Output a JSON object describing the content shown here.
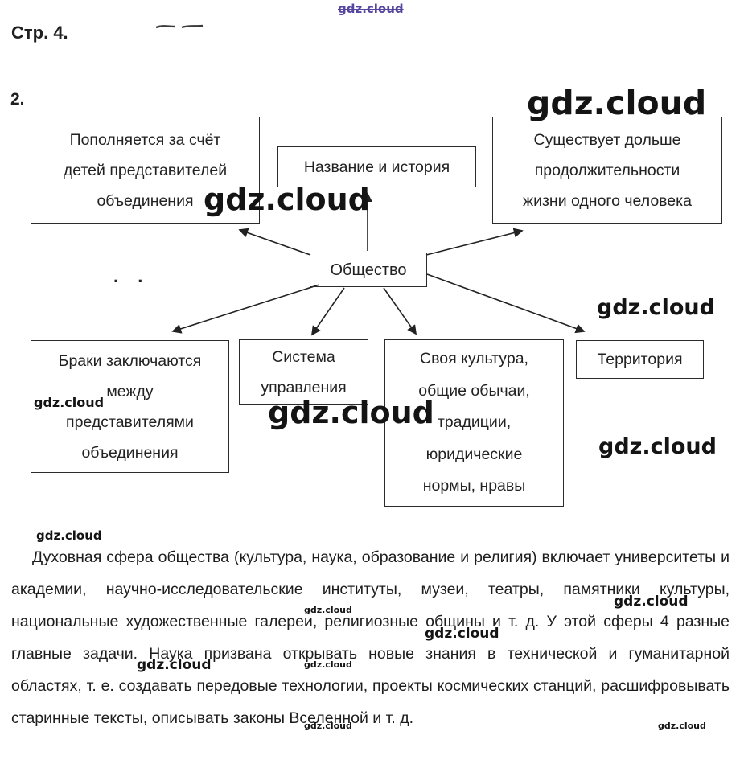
{
  "watermark": "gdz.cloud",
  "header": {
    "page_label": "Стр. 4.",
    "task_number": "2."
  },
  "diagram": {
    "center": "Общество",
    "handwritten_marks": ". .",
    "boxes": {
      "replenish": [
        "Пополняется за счёт",
        "детей представителей",
        "объединения"
      ],
      "name_history": [
        "Название и история"
      ],
      "exists_longer": [
        "Существует дольше",
        "продолжительности",
        "жизни одного человека"
      ],
      "marriages": [
        "Браки заключаются",
        "между",
        "представителями",
        "объединения"
      ],
      "management": [
        "Система",
        "управления"
      ],
      "culture": [
        "Своя культура,",
        "общие обычаи,",
        "традиции,",
        "юридические",
        "нормы, нравы"
      ],
      "territory": [
        "Территория"
      ]
    }
  },
  "paragraph": "Духовная сфера общества (культура, наука, образование и религия) включает университеты и академии, научно-исследовательские институты, музеи, театры, памятники культуры, национальные художественные галереи, религиозные общины и т. д. У этой сферы 4 разные главные задачи. Наука призвана открывать новые знания в технической и гуманитарной областях, т. е. создавать передовые технологии, проекты космических станций, расшифровывать старинные тексты, описывать законы Вселенной и т. д."
}
